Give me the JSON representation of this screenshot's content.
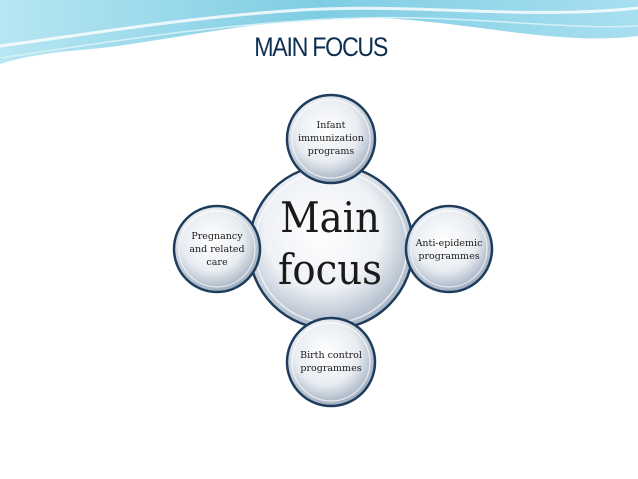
{
  "title": "MAIN FOCUS",
  "diagram": {
    "center": "Main\nfocus",
    "top": "Infant\nimmunization\nprograms",
    "right": "Anti-epidemic\nprogrammes",
    "bottom": "Birth control\nprogrammes",
    "left": "Pregnancy\nand related\ncare"
  },
  "colors": {
    "title": "#0d2f4f",
    "circle_fill_light": "#eef1f5",
    "circle_fill_dark": "#a9b6c6",
    "circle_stroke": "#1e3d5c",
    "header_wave": "#8fd3e6"
  }
}
